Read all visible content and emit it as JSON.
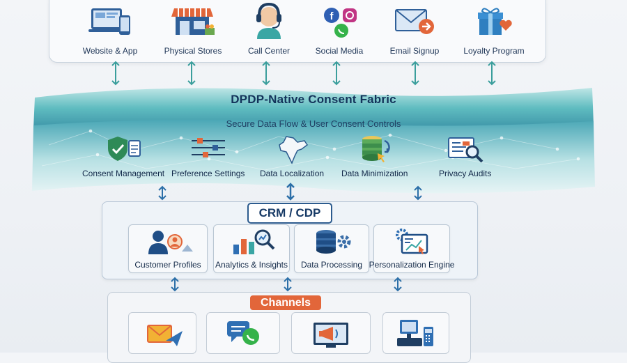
{
  "sources": [
    {
      "label": "Website & App",
      "icon": "website-app-icon"
    },
    {
      "label": "Physical Stores",
      "icon": "store-icon"
    },
    {
      "label": "Call Center",
      "icon": "headset-icon"
    },
    {
      "label": "Social Media",
      "icon": "social-media-icon"
    },
    {
      "label": "Email Signup",
      "icon": "email-signup-icon"
    },
    {
      "label": "Loyalty Program",
      "icon": "gift-icon"
    }
  ],
  "fabric": {
    "title": "DPDP-Native Consent Fabric",
    "subtitle": "Secure Data Flow & User Consent Controls",
    "items": [
      {
        "label": "Consent Management",
        "icon": "shield-check-icon"
      },
      {
        "label": "Preference Settings",
        "icon": "sliders-icon"
      },
      {
        "label": "Data Localization",
        "icon": "india-map-icon"
      },
      {
        "label": "Data Minimization",
        "icon": "database-sync-icon"
      },
      {
        "label": "Privacy Audits",
        "icon": "audit-search-icon"
      }
    ]
  },
  "crm": {
    "title": "CRM / CDP",
    "items": [
      {
        "label": "Customer Profiles",
        "icon": "profile-icon"
      },
      {
        "label": "Analytics & Insights",
        "icon": "analytics-icon"
      },
      {
        "label": "Data Processing",
        "icon": "data-processing-icon"
      },
      {
        "label": "Personalization Engine",
        "icon": "personalization-icon"
      }
    ]
  },
  "channels": {
    "title": "Channels",
    "items": [
      {
        "icon": "email-send-icon"
      },
      {
        "icon": "chat-whatsapp-icon"
      },
      {
        "icon": "digital-ads-icon"
      },
      {
        "icon": "pos-terminal-icon"
      }
    ]
  },
  "colors": {
    "navy": "#1b2d4a",
    "teal": "#3aa6a4",
    "orange": "#e2663a",
    "blue": "#2c5b8e"
  }
}
